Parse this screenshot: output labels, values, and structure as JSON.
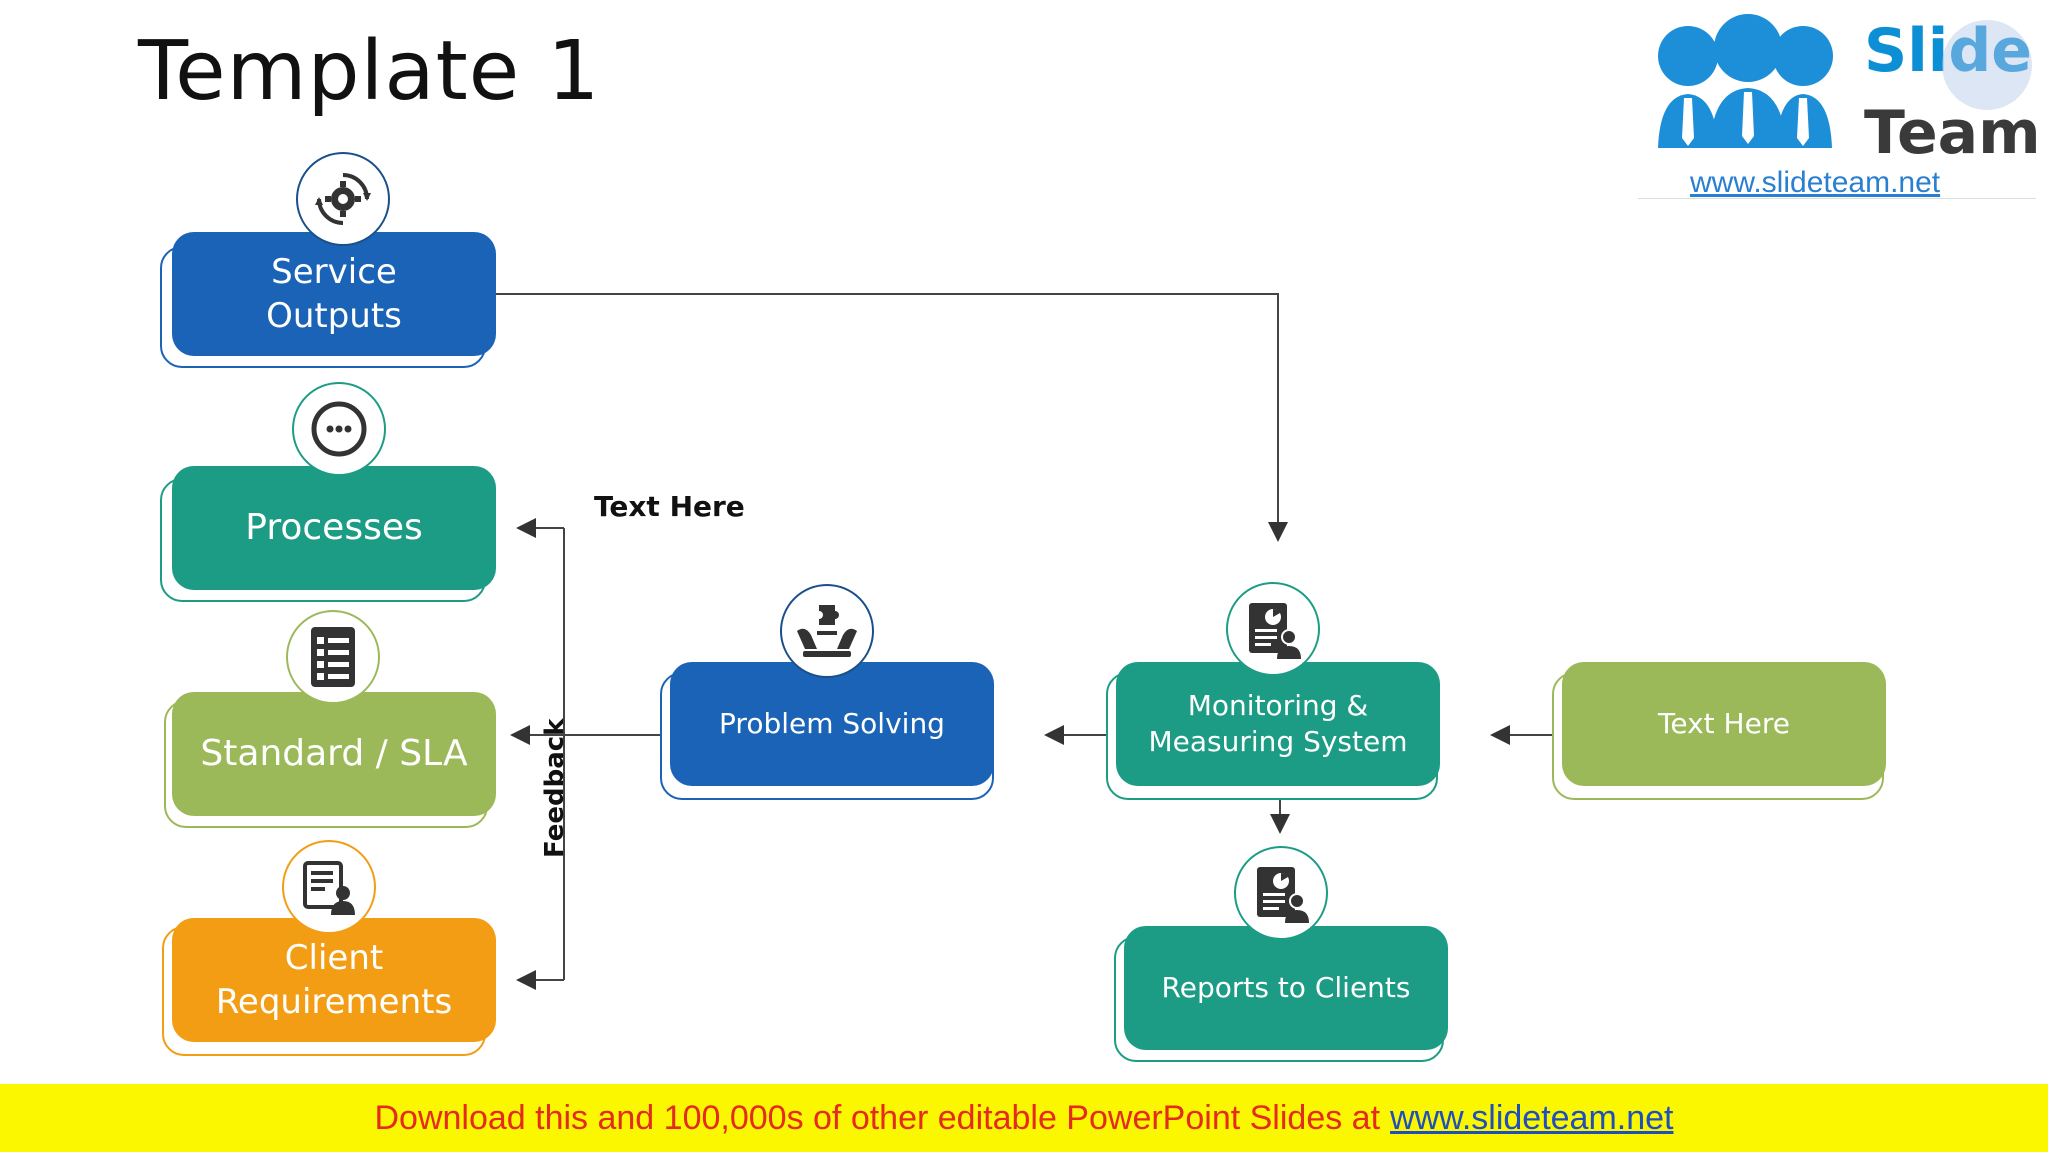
{
  "slide": {
    "title": "Template 1"
  },
  "logo": {
    "word1": "Slide",
    "word2": "Team",
    "url": "www.slideteam.net"
  },
  "nodes": {
    "service_outputs": {
      "line1": "Service",
      "line2": "Outputs",
      "color": "#1a63b6",
      "icon": "gear-cycle-icon"
    },
    "processes": {
      "label": "Processes",
      "color": "#1c9c84",
      "icon": "cycle-dots-icon"
    },
    "standard_sla": {
      "label": "Standard / SLA",
      "color": "#9cb95a",
      "icon": "document-list-icon"
    },
    "client_requirements": {
      "line1": "Client",
      "line2": "Requirements",
      "color": "#f29d14",
      "icon": "client-profile-icon"
    },
    "problem_solving": {
      "label": "Problem Solving",
      "color": "#1a63b6",
      "icon": "puzzle-team-icon"
    },
    "monitoring": {
      "line1": "Monitoring &",
      "line2": "Measuring System",
      "color": "#1c9c84",
      "icon": "report-person-icon"
    },
    "text_here_box": {
      "label": "Text Here",
      "color": "#9cb95a"
    },
    "reports": {
      "label": "Reports to Clients",
      "color": "#1c9c84",
      "icon": "report-person-icon"
    }
  },
  "annotations": {
    "text_here": "Text Here",
    "feedback": "Feedback"
  },
  "footer": {
    "text": "Download this and 100,000s of other editable PowerPoint Slides at",
    "link": "www.slideteam.net"
  }
}
